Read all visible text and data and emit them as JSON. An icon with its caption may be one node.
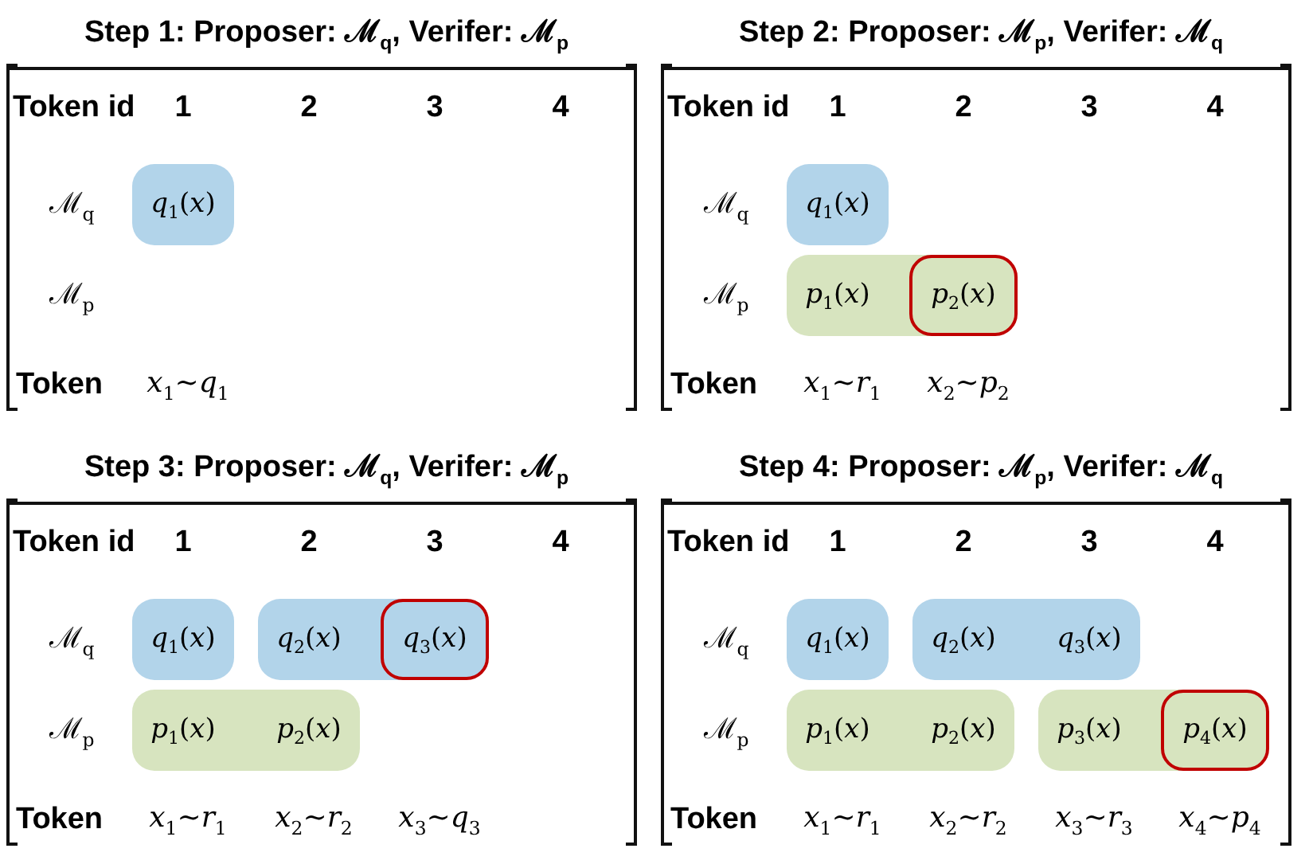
{
  "diagram": {
    "nodes": [
      {
        "text": [
          "Step 1: Proposer: ℳ$_{q}$, Verifer: ℳ$_{p}$",
          "Token id",
          "1",
          "2",
          "3",
          "4",
          "ℳ$_{q}$",
          "ℳ$_{p}$",
          "Token",
          "*x*$_{1}$~*q*$_{1}$"
        ]
      },
      {
        "text": [
          "*q*$_{1}$(*x*)"
        ],
        "in": 0
      },
      {
        "text": [
          "Step 2: Proposer: ℳ$_{p}$, Verifer: ℳ$_{q}$",
          "Token id",
          "1",
          "2",
          "3",
          "4",
          "ℳ$_{q}$",
          "ℳ$_{p}$",
          "Token",
          "*x*$_{1}$~*r*$_{1}$",
          "*x*$_{2}$~*p*$_{2}$"
        ]
      },
      {
        "text": [
          "*q*$_{1}$(*x*)"
        ],
        "in": 2
      },
      {
        "text": [
          "*p*$_{1}$(*x*)"
        ],
        "in": 2
      },
      {
        "text": [
          "*p*$_{2}$(*x*)"
        ],
        "in": 4
      },
      {
        "text": [
          "Step 3: Proposer: ℳ$_{q}$, Verifer: ℳ$_{p}$",
          "Token id",
          "1",
          "2",
          "3",
          "4",
          "ℳ$_{q}$",
          "ℳ$_{p}$",
          "Token",
          "*x*$_{1}$~*r*$_{1}$",
          "*x*$_{2}$~*r*$_{2}$",
          "*x*$_{3}$~*q*$_{3}$"
        ]
      },
      {
        "text": [
          "*q*$_{1}$(*x*)"
        ],
        "in": 6
      },
      {
        "text": [
          "*q*$_{2}$(*x*)"
        ],
        "in": 6
      },
      {
        "text": [
          "*q*$_{3}$(*x*)"
        ],
        "in": 8
      },
      {
        "text": [
          "*p*$_{1}$(*x*)",
          "*p*$_{2}$(*x*)"
        ],
        "in": 6
      },
      {
        "text": [
          "Step 4: Proposer: ℳ$_{p}$, Verifer: ℳ$_{q}$",
          "Token id",
          "1",
          "2",
          "3",
          "4",
          "ℳ$_{q}$",
          "ℳ$_{p}$",
          "Token",
          "*x*$_{1}$~*r*$_{1}$",
          "*x*$_{2}$~*r*$_{2}$",
          "*x*$_{3}$~*r*$_{3}$",
          "*x*$_{4}$~*p*$_{4}$"
        ]
      },
      {
        "text": [
          "*q*$_{1}$(*x*)"
        ],
        "in": 11
      },
      {
        "text": [
          "*q*$_{2}$(*x*)",
          "*q*$_{3}$(*x*)"
        ],
        "in": 11
      },
      {
        "text": [
          "*p*$_{1}$(*x*)",
          "*p*$_{2}$(*x*)"
        ],
        "in": 11
      },
      {
        "text": [
          "*p*$_{3}$(*x*)"
        ],
        "in": 11
      },
      {
        "text": [
          "*p*$_{4}$(*x*)"
        ],
        "in": 15
      }
    ]
  }
}
